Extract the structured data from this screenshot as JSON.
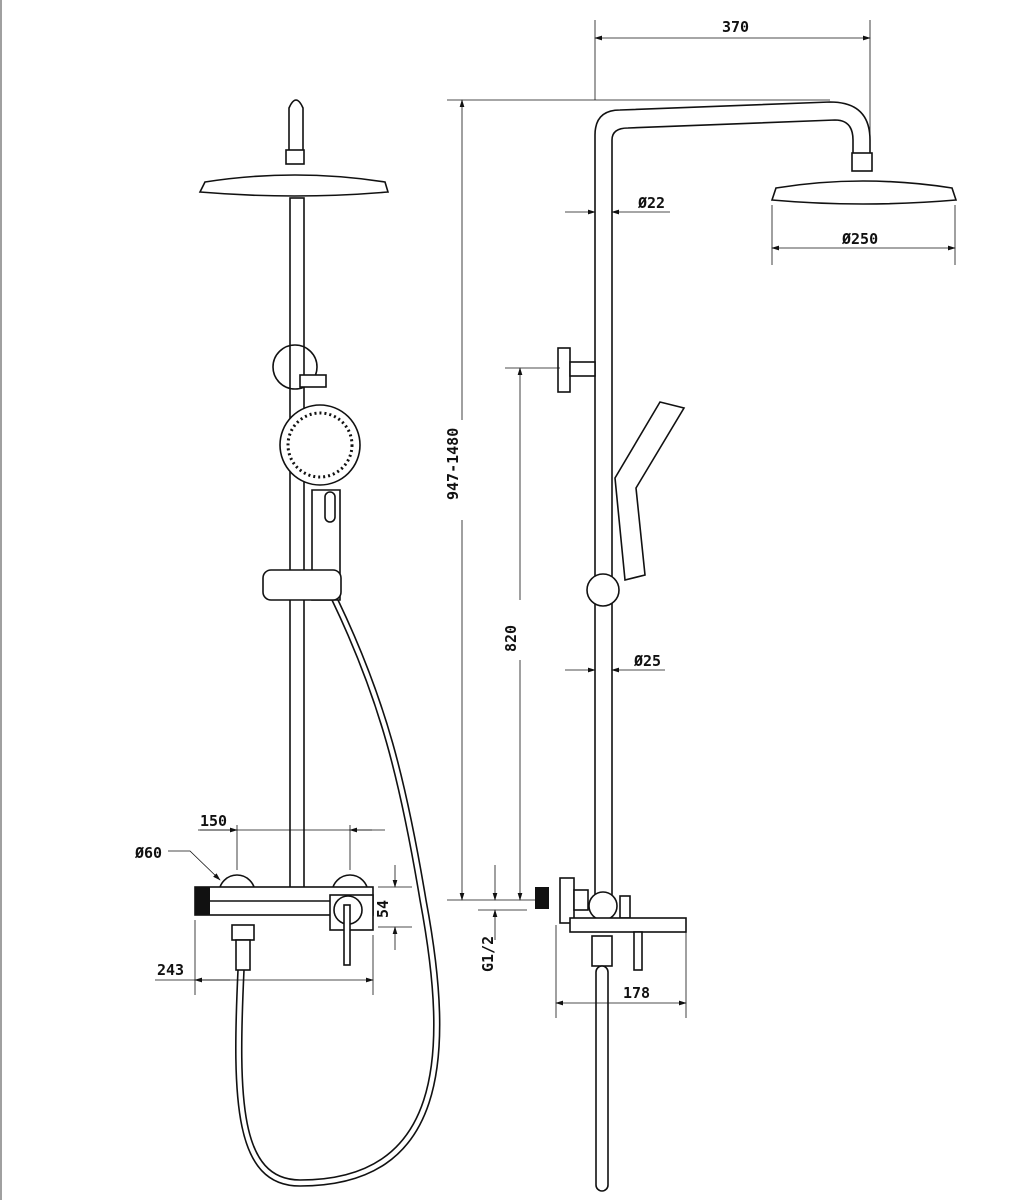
{
  "drawing": {
    "front_view": {
      "dim_valve_spacing": "150",
      "dim_valve_diameter": "Ø60",
      "dim_body_height": "54",
      "dim_body_width": "243"
    },
    "side_view": {
      "dim_arm_length": "370",
      "dim_arm_diameter": "Ø22",
      "dim_head_diameter": "Ø250",
      "dim_total_height": "947-1480",
      "dim_rail_height": "820",
      "dim_rail_diameter": "Ø25",
      "dim_inlet_thread": "G1/2",
      "dim_projection": "178"
    }
  }
}
